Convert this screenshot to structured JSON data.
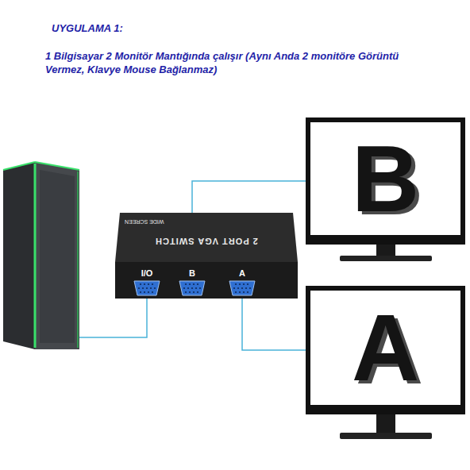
{
  "diagram": {
    "title": "UYGULAMA 1:",
    "nodes": [
      {
        "text": [
          "2 PORT VGA SWITCH",
          "WIDE SCREEN"
        ]
      },
      {
        "text": [
          "I/O"
        ],
        "in": 0
      },
      {
        "text": [
          "B"
        ],
        "in": 0
      },
      {
        "text": [
          "A"
        ],
        "in": 0
      },
      {
        "text": [
          "B"
        ]
      },
      {
        "text": [
          "A"
        ]
      }
    ],
    "edges": [
      {
        "from": 2,
        "to": 4,
        "arrow": "none"
      },
      {
        "from": 3,
        "to": 5,
        "arrow": "none"
      }
    ],
    "labels": [
      "1 Bilgisayar 2 Monitör Mantığında çalışır (Aynı Anda 2 monitöre Görüntü Vermez, Klavye Mouse Bağlanmaz)"
    ]
  }
}
